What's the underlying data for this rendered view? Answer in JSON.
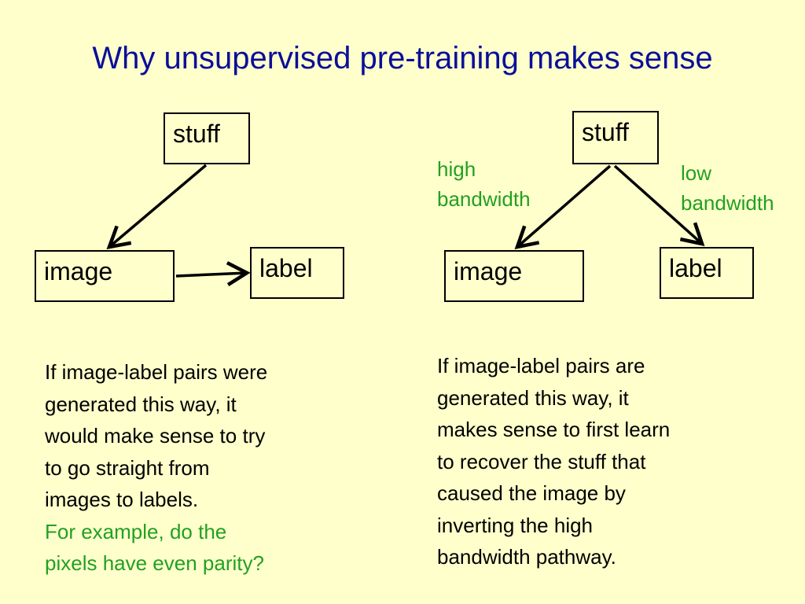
{
  "title": "Why unsupervised pre-training makes sense",
  "left_diagram": {
    "stuff": "stuff",
    "image": "image",
    "label": "label"
  },
  "right_diagram": {
    "stuff": "stuff",
    "image": "image",
    "label": "label",
    "high_bandwidth": [
      "high",
      "bandwidth"
    ],
    "low_bandwidth": [
      "low",
      "bandwidth"
    ]
  },
  "left_text": {
    "lines": [
      "If image-label pairs were",
      "generated this way, it",
      "would make sense to try",
      "to go straight from",
      "images to labels."
    ],
    "example_lines": [
      "For example,  do the",
      "pixels have even parity?"
    ]
  },
  "right_text": {
    "lines": [
      "If image-label pairs are",
      "generated this way, it",
      "makes sense to first learn",
      "to recover the stuff that",
      "caused the image by",
      "inverting the high",
      "bandwidth pathway."
    ]
  },
  "colors": {
    "background": "#ffffcc",
    "title": "#0a0f99",
    "annotation": "#22a022"
  }
}
